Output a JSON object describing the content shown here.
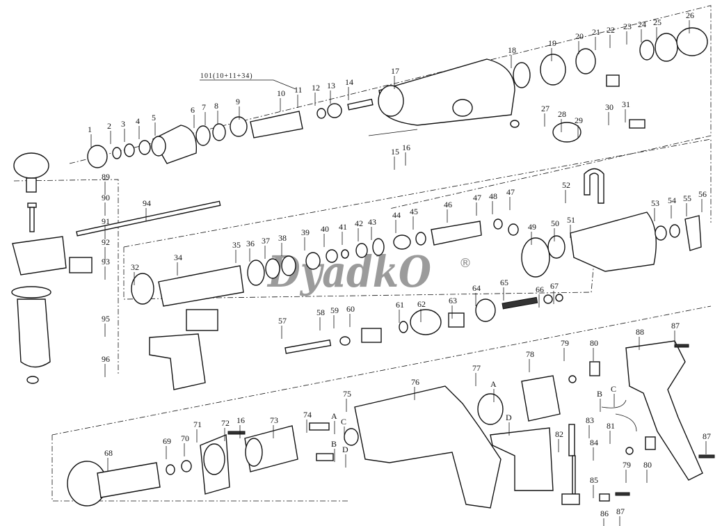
{
  "diagram": {
    "assembly_label": "101(10+11+34)",
    "watermark": "DyadkO",
    "watermark_mark": "®",
    "labels": [
      "1",
      "2",
      "3",
      "4",
      "5",
      "6",
      "7",
      "8",
      "9",
      "10",
      "11",
      "12",
      "13",
      "14",
      "15",
      "16",
      "17",
      "18",
      "19",
      "20",
      "21",
      "22",
      "23",
      "24",
      "25",
      "26",
      "27",
      "28",
      "29",
      "30",
      "31",
      "52",
      "53",
      "54",
      "55",
      "56",
      "89",
      "90",
      "91",
      "92",
      "93",
      "94",
      "95",
      "96",
      "32",
      "34",
      "35",
      "36",
      "37",
      "38",
      "39",
      "40",
      "41",
      "42",
      "43",
      "44",
      "45",
      "46",
      "47",
      "48",
      "47",
      "49",
      "50",
      "51",
      "57",
      "58",
      "59",
      "60",
      "61",
      "62",
      "63",
      "64",
      "65",
      "66",
      "67",
      "68",
      "69",
      "70",
      "71",
      "72",
      "16",
      "73",
      "74",
      "A",
      "C",
      "75",
      "76",
      "77",
      "A",
      "B",
      "D",
      "B",
      "C",
      "78",
      "79",
      "80",
      "88",
      "87",
      "D",
      "81",
      "82",
      "83",
      "84",
      "85",
      "86",
      "87",
      "79",
      "80",
      "87"
    ]
  }
}
